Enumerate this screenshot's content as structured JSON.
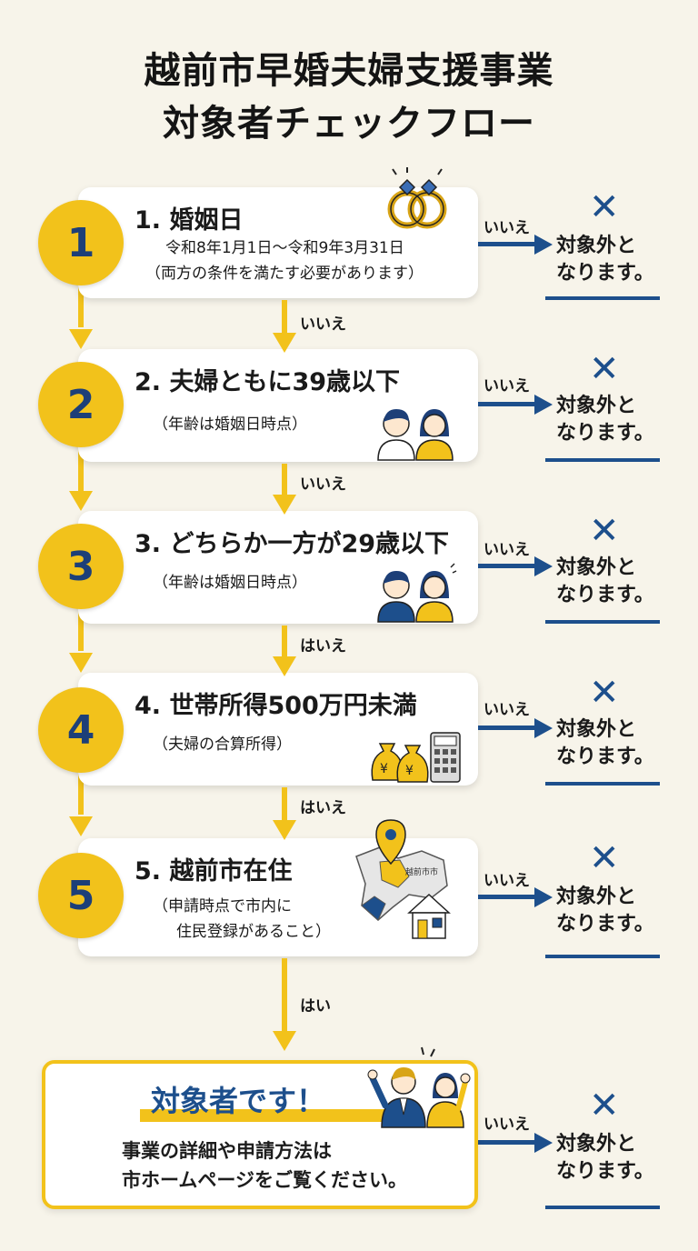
{
  "title": {
    "line1": "越前市早婚夫婦支援事業",
    "line2": "対象者チェックフロー"
  },
  "steps": [
    {
      "number": "1",
      "heading": "1. 婚姻日",
      "sub1": "令和8年1月1日〜令和9年3月31日",
      "sub2": "（両方の条件を満たす必要があります）",
      "icon": "rings-icon"
    },
    {
      "number": "2",
      "heading": "2. 夫婦ともに39歳以下",
      "sub1": "（年齢は婚姻日時点）",
      "icon": "couple-icon"
    },
    {
      "number": "3",
      "heading": "3. どちらか一方が29歳以下",
      "sub1": "（年齢は婚姻日時点）",
      "icon": "couple-icon"
    },
    {
      "number": "4",
      "heading": "4. 世帯所得500万円未満",
      "sub1": "（夫婦の合算所得）",
      "icon": "money-calculator-icon"
    },
    {
      "number": "5",
      "heading": "5. 越前市在住",
      "sub1": "（申請時点で市内に",
      "sub2": "住民登録があること）",
      "icon": "map-house-icon",
      "map_label": "越前市市"
    }
  ],
  "flow_labels": [
    "いいえ",
    "いいえ",
    "はいえ",
    "はいえ",
    "はい"
  ],
  "side": {
    "no_label": "いいえ",
    "mark": "✕",
    "result_line1": "対象外と",
    "result_line2": "なります。"
  },
  "final": {
    "title": "対象者です！",
    "line1": "事業の詳細や申請方法は",
    "line2": "市ホームページをご覧ください。"
  },
  "colors": {
    "yellow": "#f2c21b",
    "navy": "#1d4f8c",
    "background": "#f7f4ea"
  }
}
